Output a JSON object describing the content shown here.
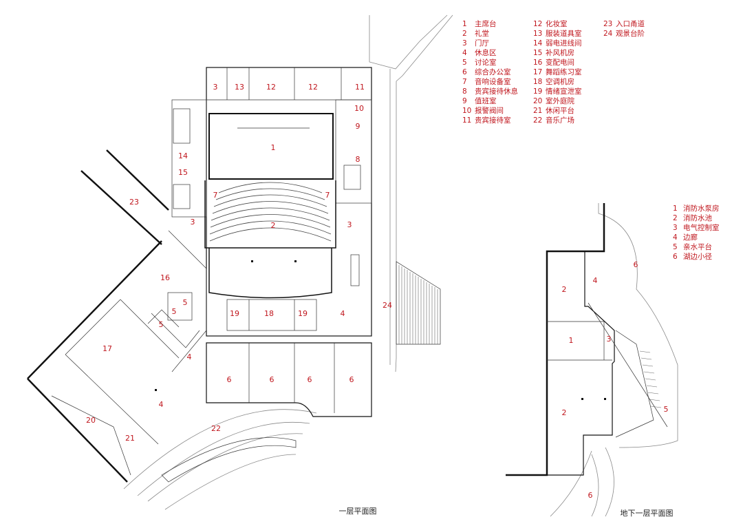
{
  "ground_floor": {
    "caption": "一层平面图",
    "legend": [
      {
        "n": "1",
        "name": "主席台"
      },
      {
        "n": "2",
        "name": "礼堂"
      },
      {
        "n": "3",
        "name": "门厅"
      },
      {
        "n": "4",
        "name": "休息区"
      },
      {
        "n": "5",
        "name": "讨论室"
      },
      {
        "n": "6",
        "name": "综合办公室"
      },
      {
        "n": "7",
        "name": "音响设备室"
      },
      {
        "n": "8",
        "name": "贵宾接待休息"
      },
      {
        "n": "9",
        "name": "值班室"
      },
      {
        "n": "10",
        "name": "报警阀间"
      },
      {
        "n": "11",
        "name": "贵宾接待室"
      },
      {
        "n": "12",
        "name": "化妆室"
      },
      {
        "n": "13",
        "name": "服装道具室"
      },
      {
        "n": "14",
        "name": "弱电进线间"
      },
      {
        "n": "15",
        "name": "补风机房"
      },
      {
        "n": "16",
        "name": "变配电间"
      },
      {
        "n": "17",
        "name": "舞蹈练习室"
      },
      {
        "n": "18",
        "name": "空调机房"
      },
      {
        "n": "19",
        "name": "情绪宣泄室"
      },
      {
        "n": "20",
        "name": "室外庭院"
      },
      {
        "n": "21",
        "name": "休闲平台"
      },
      {
        "n": "22",
        "name": "音乐广场"
      },
      {
        "n": "23",
        "name": "入口甬道"
      },
      {
        "n": "24",
        "name": "观景台阶"
      }
    ],
    "room_labels": [
      "1",
      "2",
      "3",
      "3",
      "3",
      "4",
      "4",
      "4",
      "5",
      "5",
      "5",
      "6",
      "6",
      "6",
      "6",
      "7",
      "7",
      "8",
      "9",
      "10",
      "11",
      "12",
      "12",
      "13",
      "14",
      "15",
      "16",
      "17",
      "18",
      "19",
      "19",
      "20",
      "21",
      "22",
      "23",
      "24"
    ]
  },
  "basement": {
    "caption": "地下一层平面图",
    "legend": [
      {
        "n": "1",
        "name": "消防水泵房"
      },
      {
        "n": "2",
        "name": "消防水池"
      },
      {
        "n": "3",
        "name": "电气控制室"
      },
      {
        "n": "4",
        "name": "边廊"
      },
      {
        "n": "5",
        "name": "亲水平台"
      },
      {
        "n": "6",
        "name": "湖边小径"
      }
    ],
    "room_labels": [
      "1",
      "2",
      "2",
      "3",
      "4",
      "5",
      "6",
      "6"
    ]
  },
  "colors": {
    "label": "#c0171e",
    "wall": "#111111",
    "line": "#333333",
    "site": "#888888"
  }
}
